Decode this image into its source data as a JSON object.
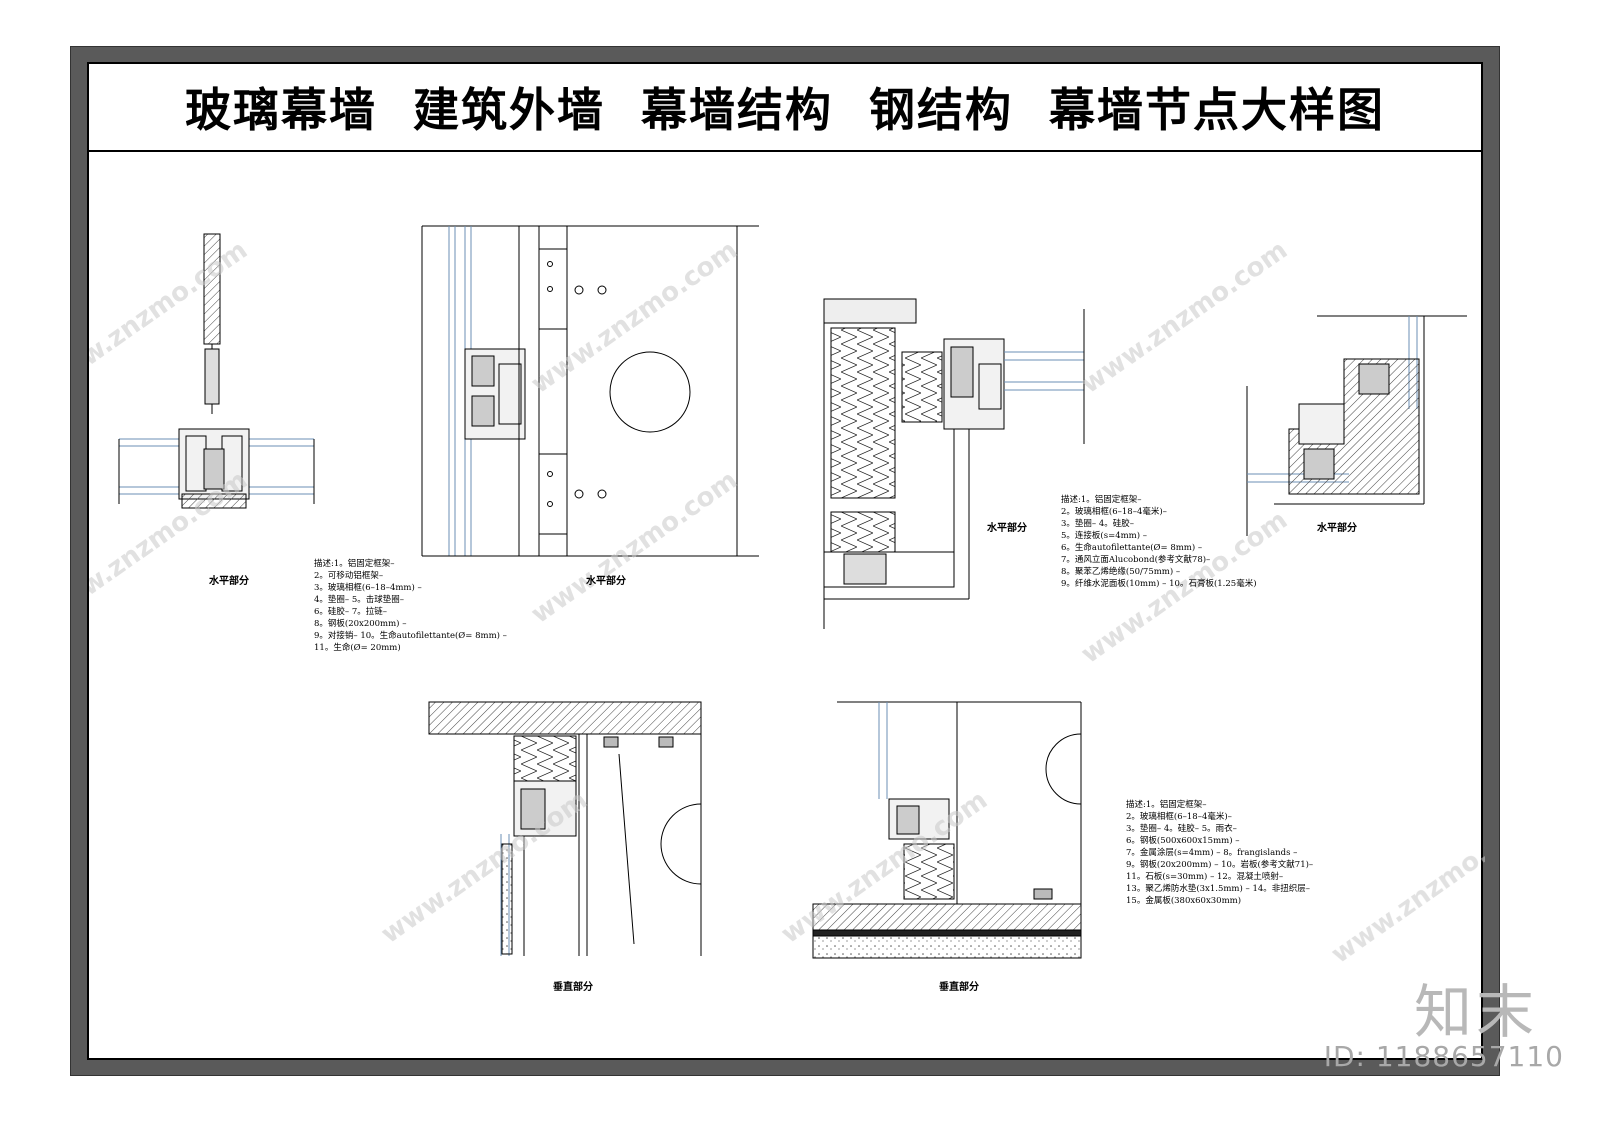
{
  "title": "玻璃幕墙  建筑外墙  幕墙结构  钢结构  幕墙节点大样图",
  "drawings": [
    {
      "caption": "水平部分"
    },
    {
      "caption": "水平部分"
    },
    {
      "caption": "水平部分"
    },
    {
      "caption": "水平部分"
    },
    {
      "caption": "垂直部分"
    },
    {
      "caption": "垂直部分"
    }
  ],
  "legend_1": [
    "描述:1。铝固定框架–",
    "  2。可移动铝框架–",
    "3。玻璃相框(6–18–4mm) –",
    "4。垫圈–  5。击球垫圈–",
    "6。硅胶–  7。拉链–",
    "  8。钢板(20x200mm) –",
    "  9。对接销–  10。生命autofilettante(Ø=  8mm) –",
    "11。生命(Ø=  20mm)"
  ],
  "legend_2": [
    "描述:1。铝固定框架–",
    "  2。玻璃相框(6–18–4毫米)–",
    "  3。垫圈–  4。硅胶–",
    "5。连接板(s=4mm) –",
    "6。生命autofilettante(Ø=  8mm) –",
    "7。通风立面Alucobond(参考文献78)–",
    "8。聚苯乙烯绝缘(50/75mm) –",
    "9。纤维水泥面板(10mm) –  10。石膏板(1.25毫米)"
  ],
  "legend_3": [
    "描述:1。铝固定框架–",
    "2。玻璃相框(6–18–4毫米)–",
    "3。垫圈–  4。硅胶–  5。雨衣–",
    "  6。钢板(500x600x15mm) –",
    "7。金属涂层(s=4mm) –  8。frangislands  –",
    "9。钢板(20x200mm) –  10。岩板(参考文献71)–",
    "  11。石板(s=30mm) –  12。混凝土喷射–",
    "13。聚乙烯防水垫(3x1.5mm) –  14。非扭织层–",
    "15。金属板(380x60x30mm)"
  ],
  "watermark": "www.znzmo.com",
  "brand": "知末",
  "id_label": "ID: 1188657110",
  "colors": {
    "frame": "#5a5a5a",
    "line": "#000000",
    "glass": "#6b8fb5",
    "hatch": "#444444",
    "watermark": "#c8c8c8"
  }
}
